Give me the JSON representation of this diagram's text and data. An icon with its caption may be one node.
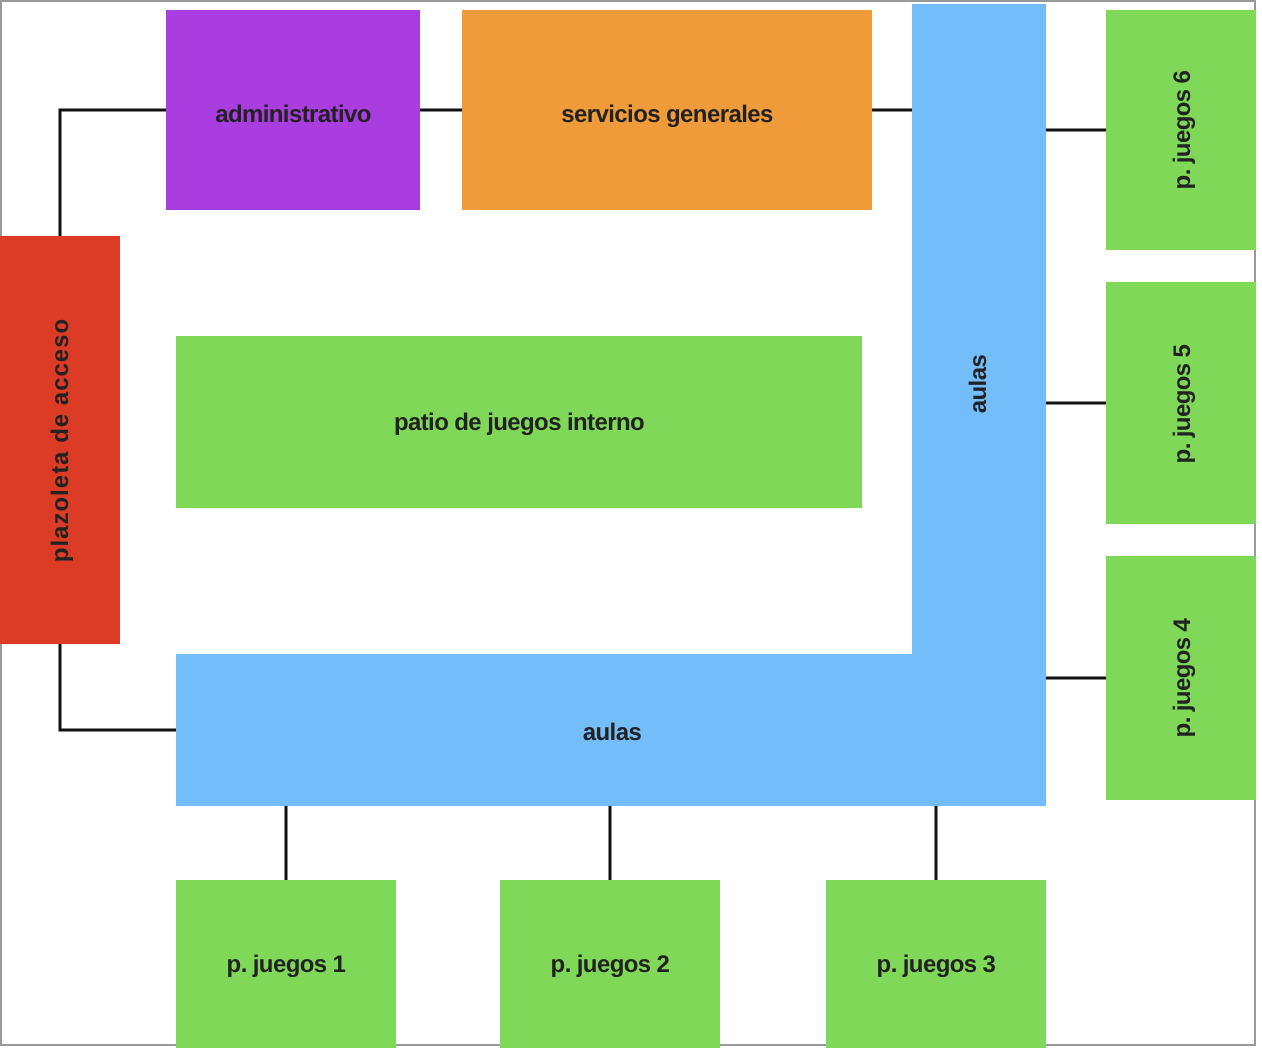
{
  "diagram": {
    "nodes": [
      {
        "text": [
          "plazoleta de acceso"
        ]
      },
      {
        "text": [
          "administrativo"
        ]
      },
      {
        "text": [
          "servicios generales"
        ]
      },
      {
        "text": [
          "aulas",
          "aulas"
        ]
      },
      {
        "text": [
          "p. juegos 6"
        ]
      },
      {
        "text": [
          "p. juegos 5"
        ]
      },
      {
        "text": [
          "p. juegos 4"
        ]
      },
      {
        "text": [
          "patio de juegos interno"
        ]
      },
      {
        "text": [
          "p. juegos 1"
        ]
      },
      {
        "text": [
          "p. juegos 2"
        ]
      },
      {
        "text": [
          "p. juegos 3"
        ]
      }
    ],
    "edges": [
      {
        "from": 0,
        "to": 1,
        "arrow": "none"
      },
      {
        "from": 1,
        "to": 2,
        "arrow": "none"
      },
      {
        "from": 2,
        "to": 3,
        "arrow": "none"
      },
      {
        "from": 3,
        "to": 4,
        "arrow": "none"
      },
      {
        "from": 3,
        "to": 5,
        "arrow": "none"
      },
      {
        "from": 3,
        "to": 6,
        "arrow": "none"
      },
      {
        "from": 0,
        "to": 3,
        "arrow": "none"
      },
      {
        "from": 3,
        "to": 8,
        "arrow": "none"
      },
      {
        "from": 3,
        "to": 9,
        "arrow": "none"
      },
      {
        "from": 3,
        "to": 10,
        "arrow": "none"
      }
    ]
  }
}
